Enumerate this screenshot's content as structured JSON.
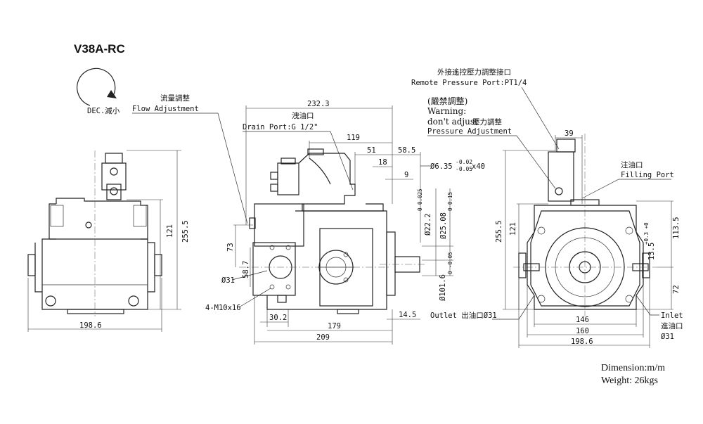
{
  "title": "V38A-RC",
  "dec_label": "DEC.減小",
  "flow_adjust": {
    "cn": "流量調整",
    "en": "Flow Adjustment"
  },
  "drain_port": {
    "cn": "洩油口",
    "en": "Drain Port:G 1/2\""
  },
  "remote_port": {
    "cn": "外接遙控壓力調整接口",
    "en": "Remote Pressure Port:PT1/4"
  },
  "pressure_adjust": {
    "warn_cn": "(嚴禁調整)",
    "warn_en1": "Warning:",
    "warn_en2": "don't adjust",
    "cn": "壓力調整",
    "en": "Pressure Adjustment"
  },
  "filling_port": {
    "cn": "注油口",
    "en": "Filling Port"
  },
  "outlet": {
    "text": "Outlet 出油口Ø31"
  },
  "inlet": {
    "en": "Inlet",
    "cn": "進油口",
    "size": "Ø31"
  },
  "dims": {
    "d232": "232.3",
    "d119": "119",
    "d51": "51",
    "d58": "58.5",
    "d18": "18",
    "d9": "9",
    "shaft": "Ø6.35",
    "shaft_up": "-0.02",
    "shaft_lo": "-0.05",
    "shaft_len": "x40",
    "d22": "Ø22.2",
    "d22_tol": "0  0.025",
    "d25": "Ø25.08",
    "d25_tol": "0  0.15",
    "d101": "Ø101.6",
    "d101_tol": "0  -0.05",
    "d73": "73",
    "d587": "58.7",
    "d31": "Ø31",
    "m10": "4-M10x16",
    "d302": "30.2",
    "d179": "179",
    "d145": "14.5",
    "d209": "209",
    "left_121": "121",
    "left_255": "255.5",
    "left_198": "198.6",
    "r39": "39",
    "r255": "255.5",
    "r121": "121",
    "r113": "113.5",
    "r135": "13.5",
    "r135_tol": "+0.3  +0",
    "r72": "72",
    "r146": "146",
    "r160": "160",
    "r198": "198.6"
  },
  "footer": {
    "dimension": "Dimension:m/m",
    "weight": "Weight: 26kgs"
  }
}
